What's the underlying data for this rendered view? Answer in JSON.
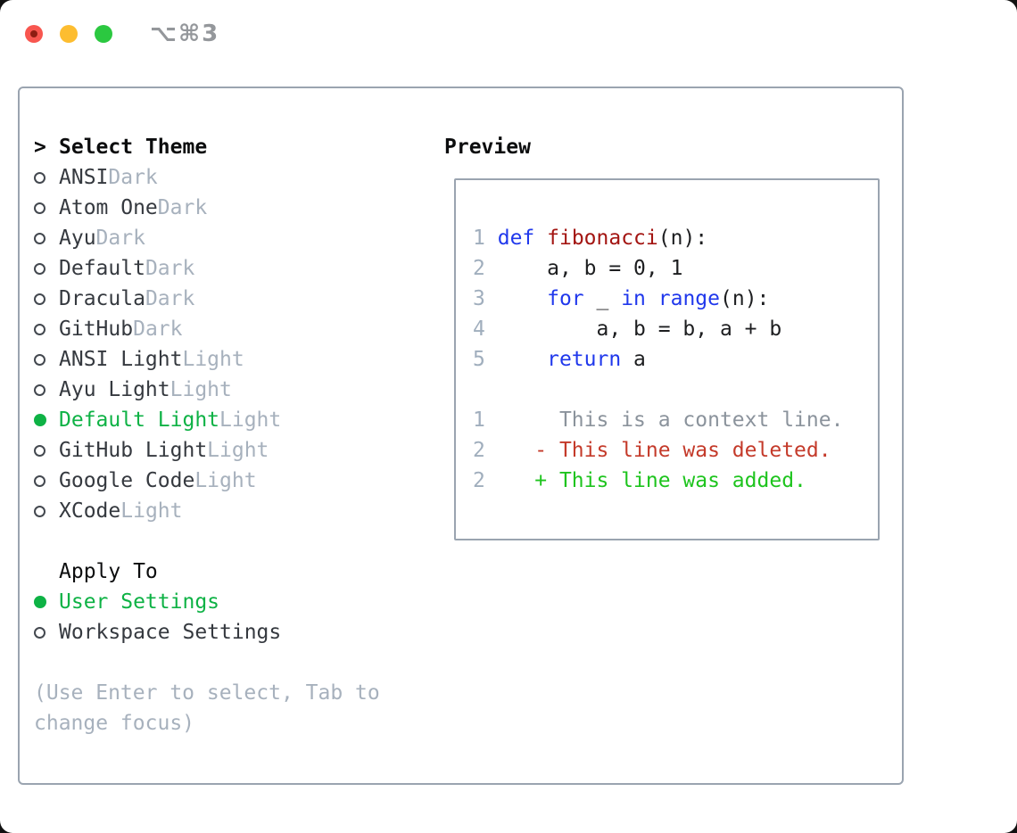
{
  "window": {
    "title": "⌥⌘3"
  },
  "colors": {
    "accent_green": "#0eb245",
    "added_green": "#1ec41e",
    "deleted_red": "#c43a2a",
    "keyword_blue": "#2038ec",
    "function_red": "#a31512",
    "code_text": "#1d1e20",
    "context_gray": "#8b939c",
    "line_number": "#a0aebd",
    "muted_gray": "#a7b1bd",
    "item_text": "#35393f",
    "border_gray": "#9aa4b0"
  },
  "sidebar": {
    "header_prefix": ">",
    "header": "Select Theme",
    "themes": [
      {
        "name": "ANSI",
        "tag": "Dark",
        "selected": false
      },
      {
        "name": "Atom One",
        "tag": "Dark",
        "selected": false
      },
      {
        "name": "Ayu",
        "tag": "Dark",
        "selected": false
      },
      {
        "name": "Default",
        "tag": "Dark",
        "selected": false
      },
      {
        "name": "Dracula",
        "tag": "Dark",
        "selected": false
      },
      {
        "name": "GitHub",
        "tag": "Dark",
        "selected": false
      },
      {
        "name": "ANSI Light",
        "tag": "Light",
        "selected": false
      },
      {
        "name": "Ayu Light",
        "tag": "Light",
        "selected": false
      },
      {
        "name": "Default Light",
        "tag": "Light",
        "selected": true
      },
      {
        "name": "GitHub Light",
        "tag": "Light",
        "selected": false
      },
      {
        "name": "Google Code",
        "tag": "Light",
        "selected": false
      },
      {
        "name": "XCode",
        "tag": "Light",
        "selected": false
      }
    ],
    "apply_to": {
      "header": "Apply To",
      "options": [
        {
          "label": "User Settings",
          "selected": true
        },
        {
          "label": "Workspace Settings",
          "selected": false
        }
      ]
    },
    "help_lines": [
      "(Use Enter to select, Tab to",
      "change focus)"
    ]
  },
  "preview": {
    "header": "Preview",
    "code_lines": [
      {
        "num": "1",
        "segments": [
          {
            "t": " ",
            "c": "code_text"
          },
          {
            "t": "def",
            "c": "keyword_blue"
          },
          {
            "t": " ",
            "c": "code_text"
          },
          {
            "t": "fibonacci",
            "c": "function_red"
          },
          {
            "t": "(n):",
            "c": "code_text"
          }
        ]
      },
      {
        "num": "2",
        "segments": [
          {
            "t": "     a, b = 0, 1",
            "c": "code_text"
          }
        ]
      },
      {
        "num": "3",
        "segments": [
          {
            "t": "     ",
            "c": "code_text"
          },
          {
            "t": "for",
            "c": "keyword_blue"
          },
          {
            "t": " _ ",
            "c": "code_text"
          },
          {
            "t": "in",
            "c": "keyword_blue"
          },
          {
            "t": " ",
            "c": "code_text"
          },
          {
            "t": "range",
            "c": "keyword_blue"
          },
          {
            "t": "(n):",
            "c": "code_text"
          }
        ]
      },
      {
        "num": "4",
        "segments": [
          {
            "t": "         a, b = b, a + b",
            "c": "code_text"
          }
        ]
      },
      {
        "num": "5",
        "segments": [
          {
            "t": "     ",
            "c": "code_text"
          },
          {
            "t": "return",
            "c": "keyword_blue"
          },
          {
            "t": " a",
            "c": "code_text"
          }
        ]
      },
      {
        "num": "",
        "segments": []
      },
      {
        "num": "1",
        "segments": [
          {
            "t": "      This is a context line.",
            "c": "context_gray"
          }
        ]
      },
      {
        "num": "2",
        "segments": [
          {
            "t": "    - This line was deleted.",
            "c": "deleted_red"
          }
        ]
      },
      {
        "num": "2",
        "segments": [
          {
            "t": "    + This line was added.",
            "c": "added_green"
          }
        ]
      }
    ]
  }
}
